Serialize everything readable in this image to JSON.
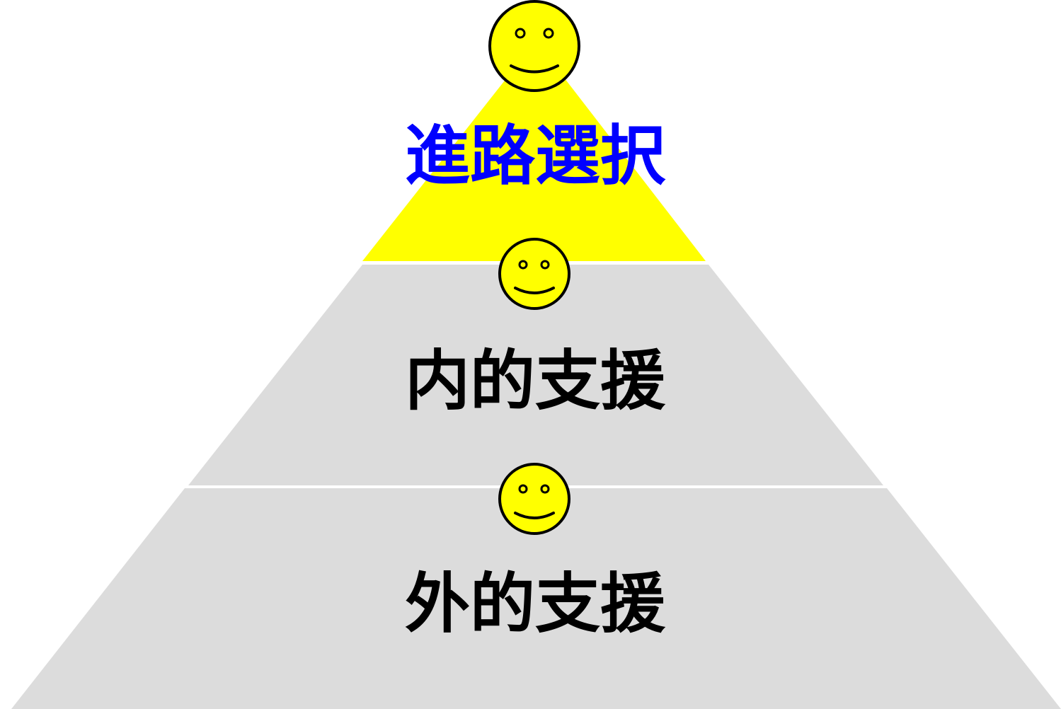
{
  "tiers": [
    {
      "label": "進路選択",
      "fill": "#ffff00",
      "text_color": "#0000ff"
    },
    {
      "label": "内的支援",
      "fill": "#dcdcdc",
      "text_color": "#000000"
    },
    {
      "label": "外的支援",
      "fill": "#dcdcdc",
      "text_color": "#000000"
    }
  ],
  "face_color": "#ffff00",
  "face_icon": "smiley-face-icon"
}
